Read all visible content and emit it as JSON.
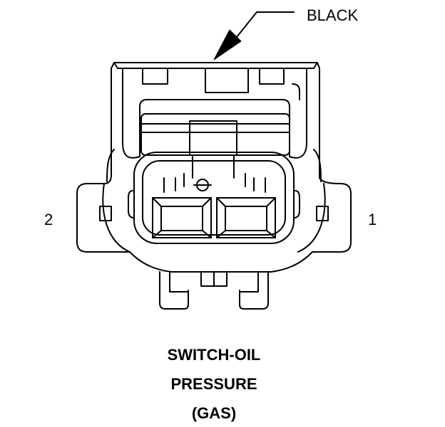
{
  "connector": {
    "color_label": "BLACK",
    "pins": [
      {
        "number": "2"
      },
      {
        "number": "1"
      }
    ],
    "caption_lines": [
      "SWITCH-OIL",
      "PRESSURE",
      "(GAS)"
    ]
  }
}
